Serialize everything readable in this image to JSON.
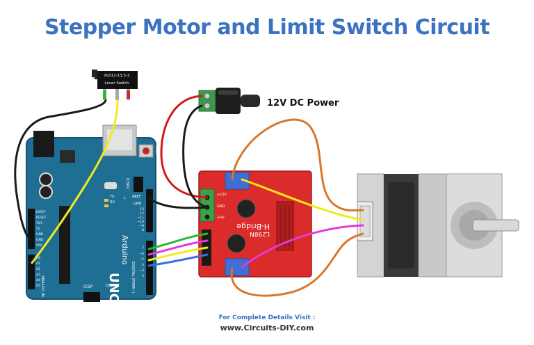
{
  "title": "Stepper Motor and Limit Switch Circuit",
  "labels": {
    "power": "12V DC Power",
    "switch_model": "XL012-13.5-2",
    "switch_name": "Lever Switch",
    "arduino_brand": "Arduino",
    "arduino_model": "UNO",
    "arduino_header_digital": "DIGITAL (PWM~)",
    "arduino_header_analog": "ANALOG IN",
    "arduino_icsp": "ICSP",
    "arduino_icsp2": "ICSP2",
    "arduino_reset": "RESET",
    "arduino_aref": "AREF",
    "arduino_gnd": "GND",
    "arduino_on": "ON",
    "arduino_tx": "TX",
    "arduino_rx": "RX",
    "arduino_l": "L",
    "arduino_power_pins": [
      "IOREF",
      "RESET",
      "3V3",
      "5V",
      "GND",
      "GND",
      "VIN"
    ],
    "arduino_analog_pins": [
      "A0",
      "A1",
      "A2",
      "A3",
      "A4",
      "A5"
    ],
    "arduino_digital_pins_top": [
      "13",
      "12",
      "~11",
      "~10",
      "~9",
      "8"
    ],
    "arduino_digital_pins_bottom": [
      "7",
      "~6",
      "~5",
      "4",
      "~3",
      "2"
    ],
    "driver_chip": "L298N",
    "driver_name": "H-Bridge",
    "driver_12v": "+12V",
    "driver_gnd": "GND",
    "driver_5v": "+5V"
  },
  "footer": {
    "line1": "For Complete Details Visit :",
    "line2": "www.Circuits-DIY.com"
  },
  "colors": {
    "title": "#3b73c2",
    "arduino_board": "#1f6f95",
    "driver_board": "#dc2b2b",
    "motor_body": "#b5b5b5",
    "wire_red": "#d11a1a",
    "wire_black": "#1a1a1a",
    "wire_yellow": "#f2ea1d",
    "wire_green": "#2eb82e",
    "wire_magenta": "#e43ad9",
    "wire_blue": "#3a6fe0",
    "wire_orange": "#d9772a"
  }
}
